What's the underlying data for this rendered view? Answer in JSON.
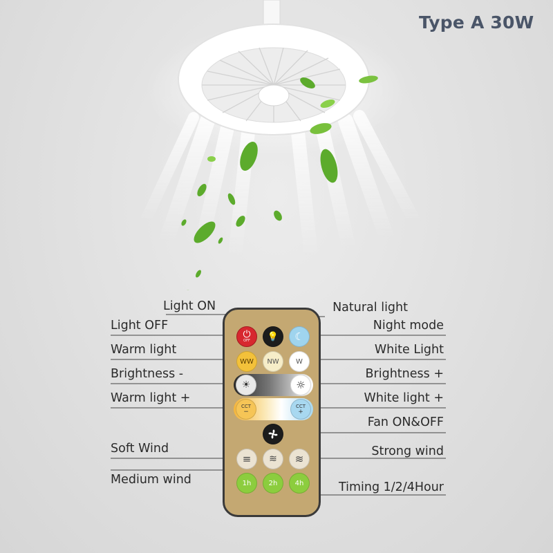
{
  "title": "Type A 30W",
  "labels": {
    "light_on": "Light ON",
    "light_off": "Light OFF",
    "warm_light": "Warm light",
    "brightness_minus": "Brightness -",
    "warm_light_plus": "Warm light +",
    "soft_wind": "Soft Wind",
    "medium_wind": "Medium wind",
    "natural_light": "Natural light",
    "night_mode": "Night mode",
    "white_light": "White Light",
    "brightness_plus": "Brightness +",
    "white_light_plus": "White light +",
    "fan_on_off": "Fan ON&OFF",
    "strong_wind": "Strong wind",
    "timing": "Timing 1/2/4Hour"
  },
  "buttons": {
    "off": "OFF",
    "ww": "WW",
    "nw": "NW",
    "w": "W",
    "cct_minus_top": "CCT",
    "cct_minus_sign": "−",
    "cct_plus_top": "CCT",
    "cct_plus_sign": "+",
    "t1": "1h",
    "t2": "2h",
    "t4": "4h"
  },
  "colors": {
    "remote_body": "#c4a872",
    "power_red": "#d7282f",
    "night_blue": "#9fd4ee",
    "ww_yellow": "#f3c13a",
    "nw_cream": "#f6edc8",
    "timer_green": "#8ccd3e",
    "leaf_green": "#5cab2c",
    "title_color": "#4a5568"
  }
}
